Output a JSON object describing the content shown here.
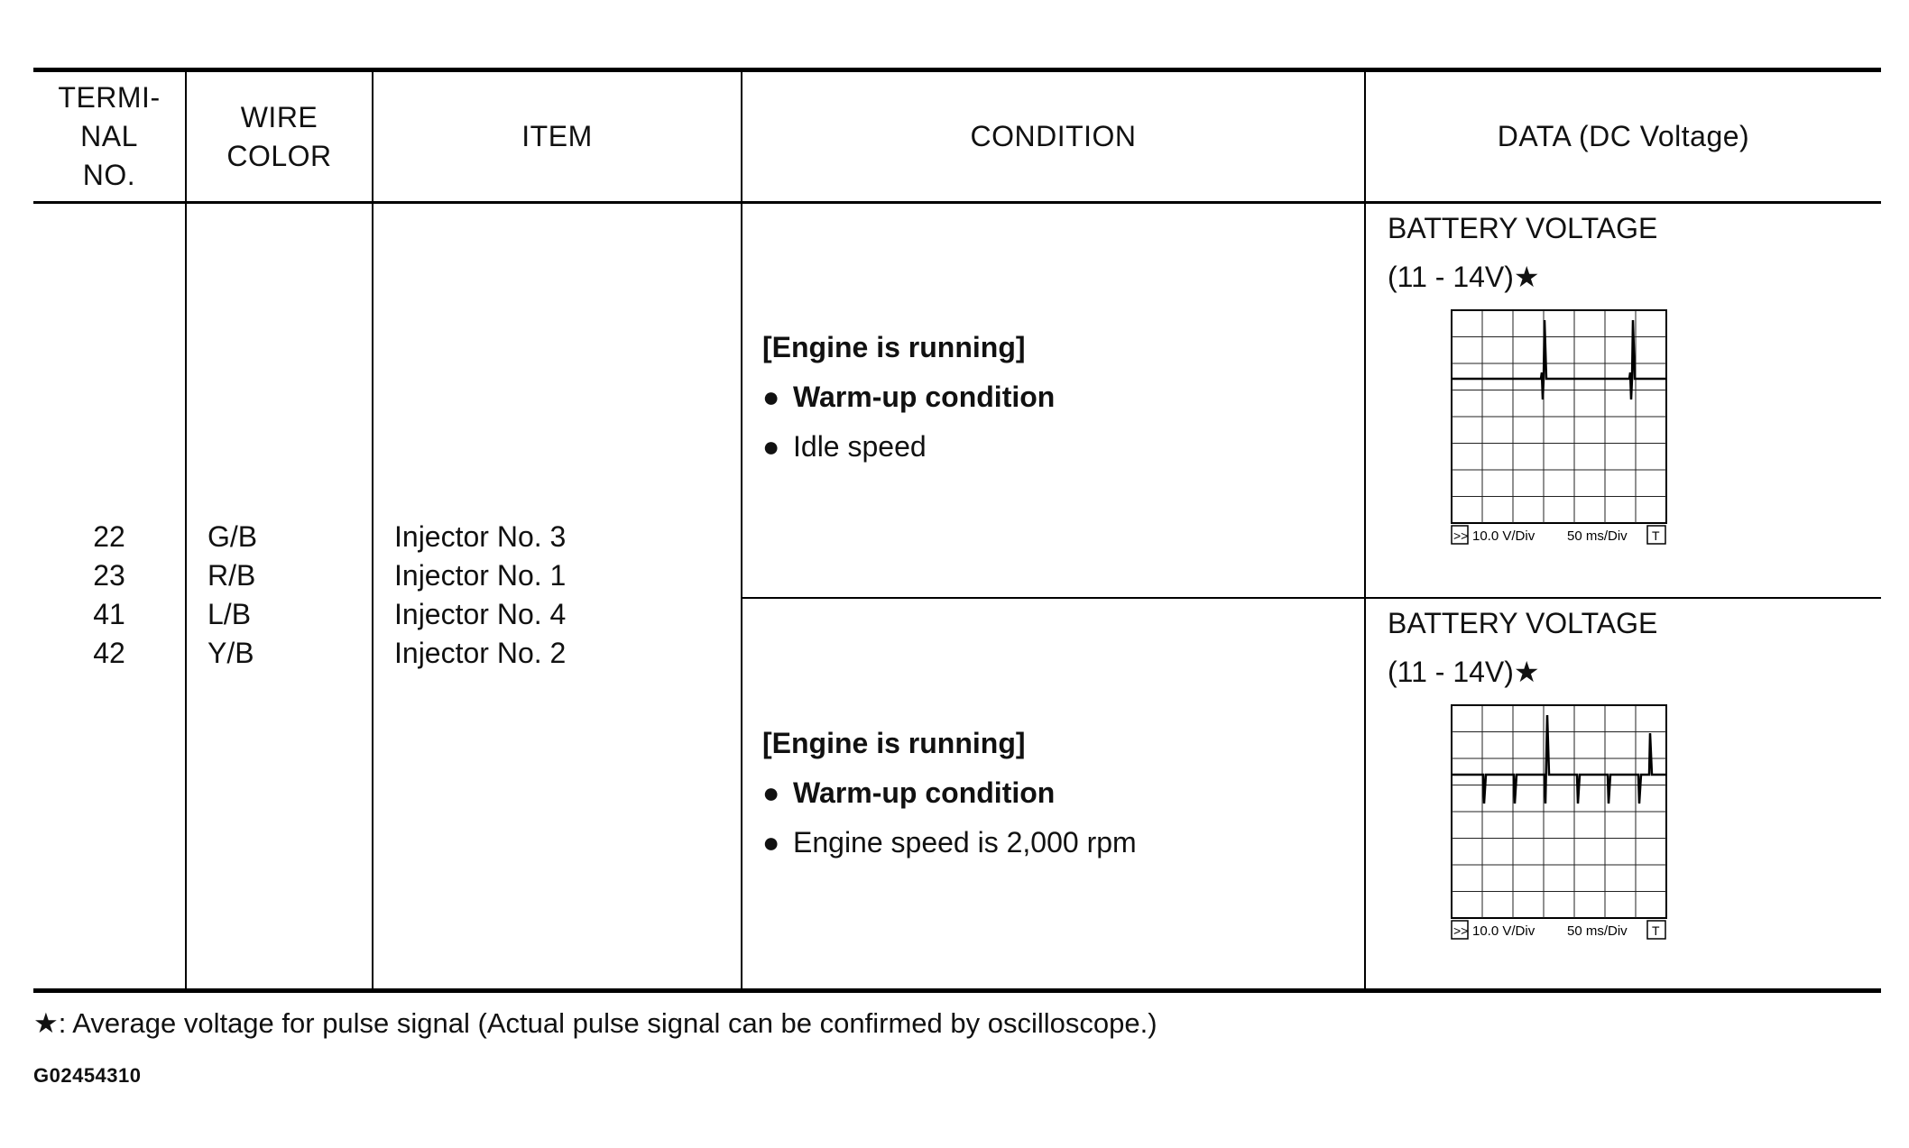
{
  "table": {
    "headers": {
      "terminal_no": [
        "TERMI-",
        "NAL",
        "NO."
      ],
      "wire_color": [
        "WIRE",
        "COLOR"
      ],
      "item": "ITEM",
      "condition": "CONDITION",
      "data": "DATA (DC Voltage)"
    },
    "terminals": [
      "22",
      "23",
      "41",
      "42"
    ],
    "wire_colors": [
      "G/B",
      "R/B",
      "L/B",
      "Y/B"
    ],
    "items": [
      "Injector No. 3",
      "Injector No. 1",
      "Injector No. 4",
      "Injector No. 2"
    ],
    "rows": [
      {
        "condition_title": "[Engine is running]",
        "bullets": [
          "Warm-up condition",
          "Idle speed"
        ],
        "data_line1": "BATTERY VOLTAGE",
        "data_line2": "(11 - 14V)",
        "data_star": "★",
        "scope_scale_left": "10.0 V/Div",
        "scope_scale_right": "50 ms/Div",
        "scope_marker_left": ">>",
        "scope_marker_right": "T"
      },
      {
        "condition_title": "[Engine is running]",
        "bullets": [
          "Warm-up condition",
          "Engine speed is 2,000 rpm"
        ],
        "data_line1": "BATTERY VOLTAGE",
        "data_line2": "(11 - 14V)",
        "data_star": "★",
        "scope_scale_left": "10.0 V/Div",
        "scope_scale_right": "50 ms/Div",
        "scope_marker_left": ">>",
        "scope_marker_right": "T"
      }
    ]
  },
  "bullet_glyph": "●",
  "footnote": {
    "star": "★",
    "text": ": Average voltage for pulse signal (Actual pulse signal can be confirmed by oscilloscope.)"
  },
  "figure_code": "G02454310"
}
